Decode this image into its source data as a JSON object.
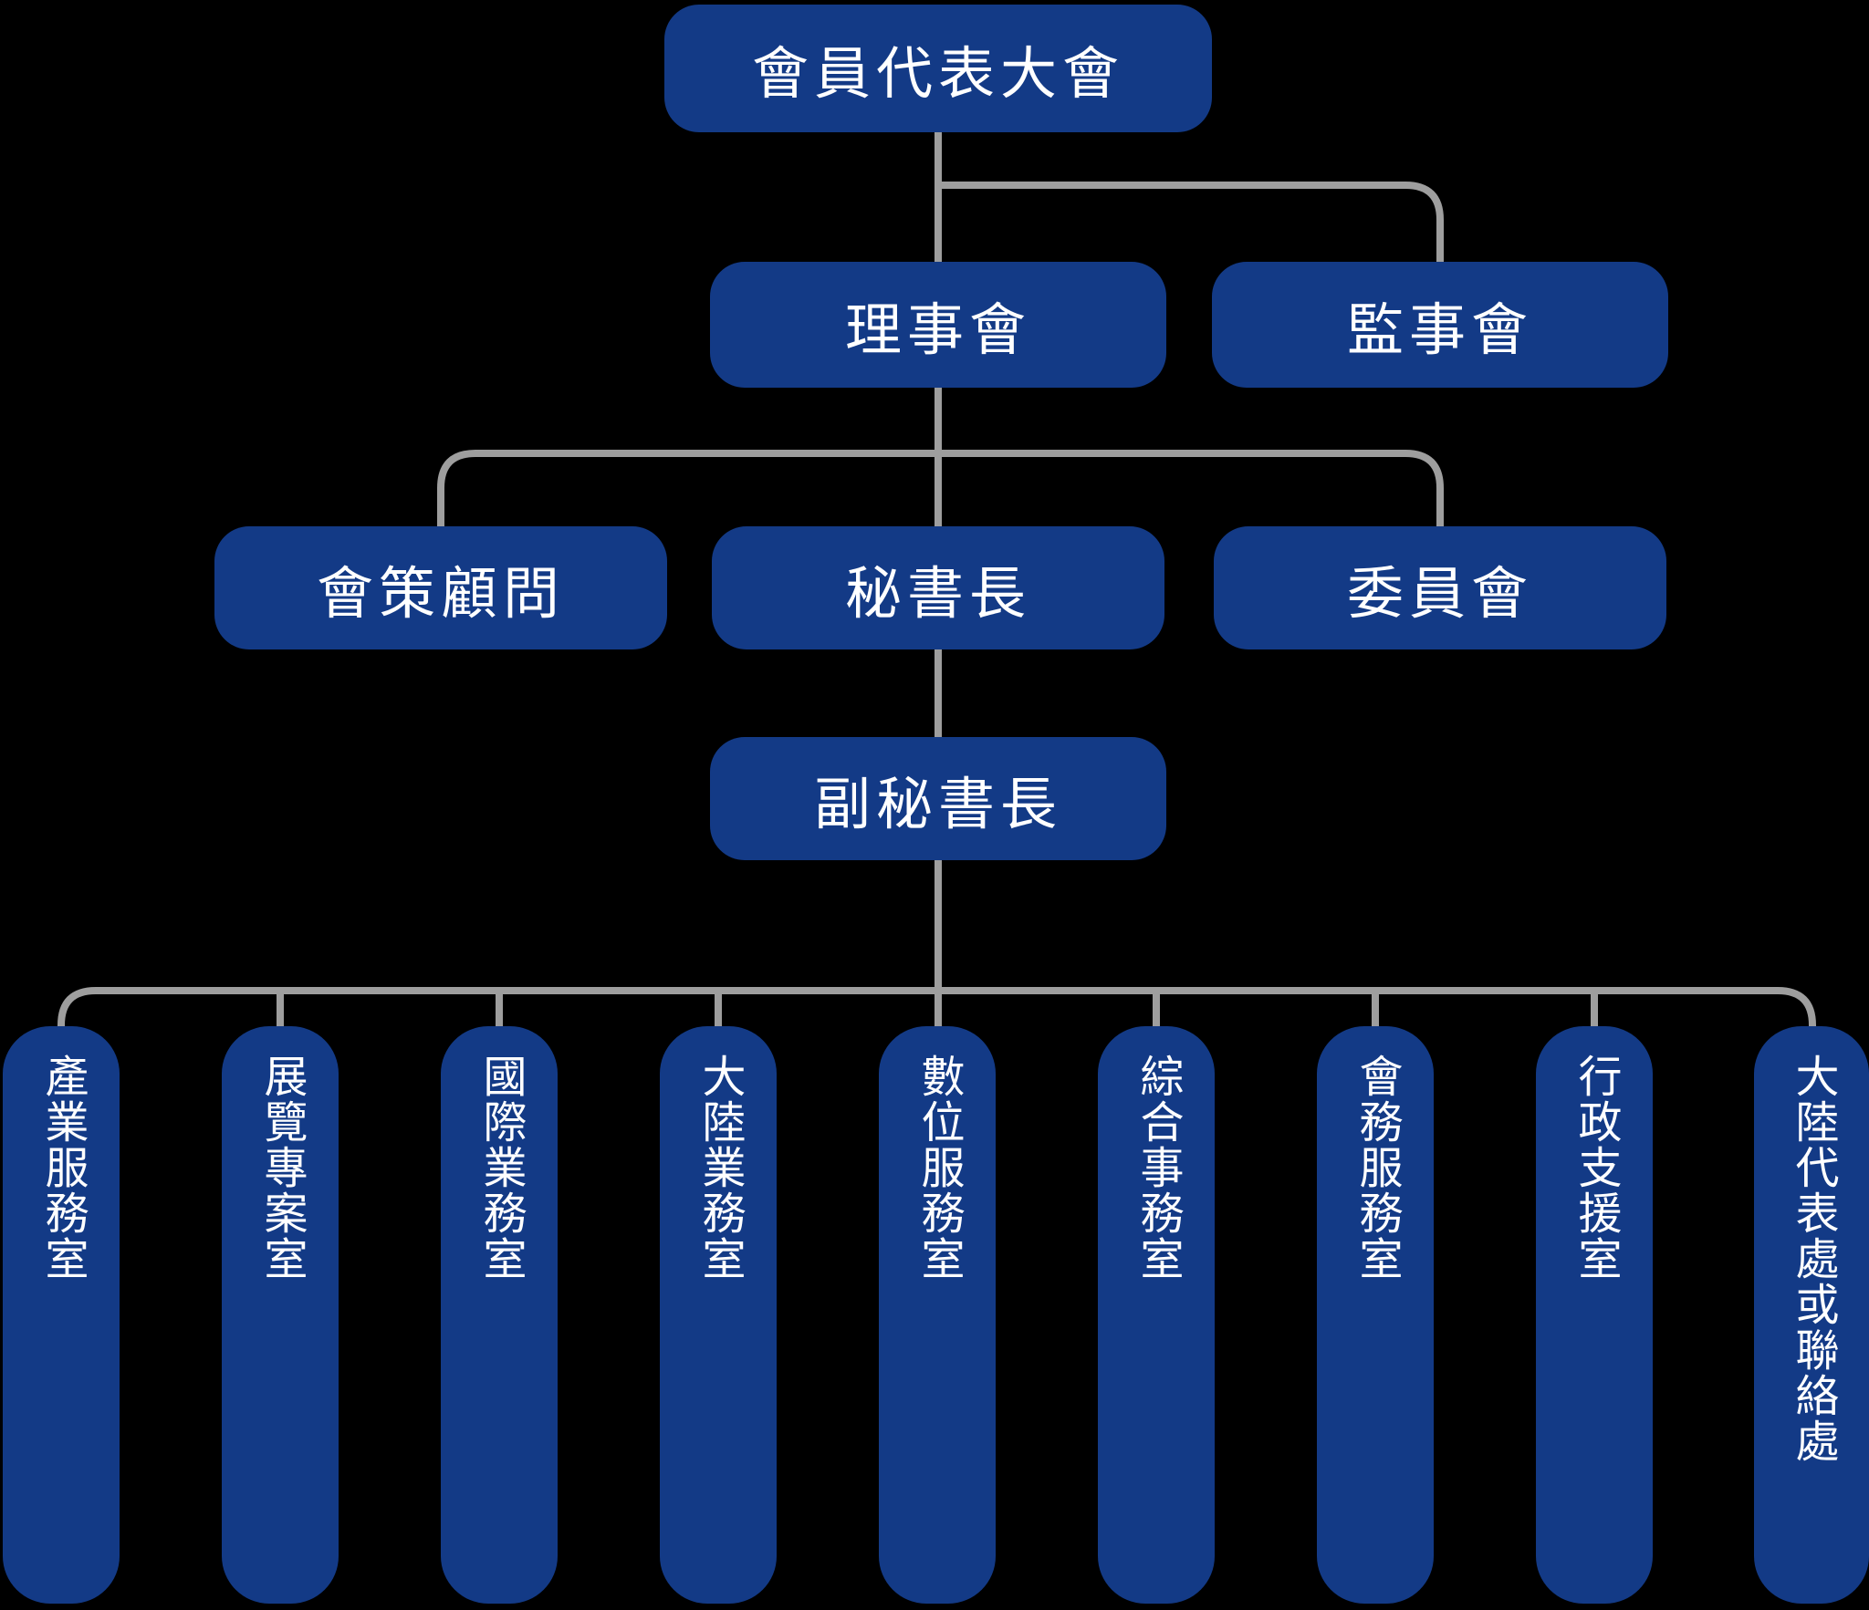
{
  "org": {
    "root": {
      "label": "會員代表大會"
    },
    "level2": [
      {
        "label": "理事會"
      },
      {
        "label": "監事會"
      }
    ],
    "level3": [
      {
        "label": "會策顧問"
      },
      {
        "label": "秘書長"
      },
      {
        "label": "委員會"
      }
    ],
    "level4": [
      {
        "label": "副秘書長"
      }
    ],
    "offices": [
      {
        "label": "產業服務室"
      },
      {
        "label": "展覽專案室"
      },
      {
        "label": "國際業務室"
      },
      {
        "label": "大陸業務室"
      },
      {
        "label": "數位服務室"
      },
      {
        "label": "綜合事務室"
      },
      {
        "label": "會務服務室"
      },
      {
        "label": "行政支援室"
      },
      {
        "label": "大陸代表處或聯絡處"
      }
    ],
    "colors": {
      "box": "#133a86",
      "line": "#9e9e9e",
      "text": "#ffffff",
      "background": "#000000"
    }
  }
}
